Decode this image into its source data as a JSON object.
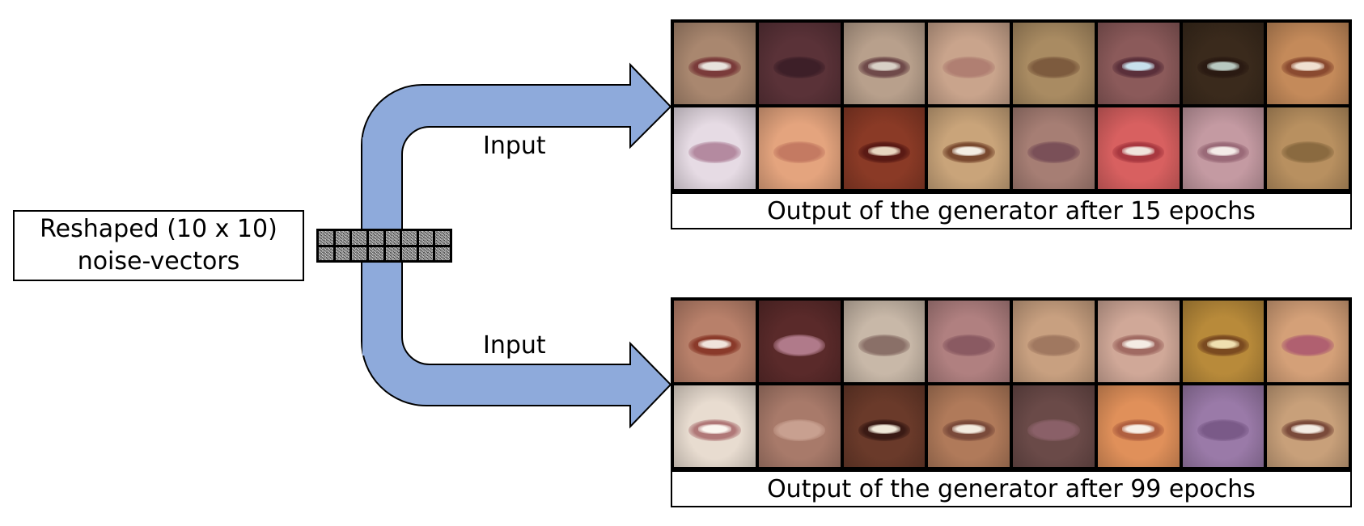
{
  "source_box": {
    "line1": "Reshaped (10 x 10)",
    "line2": "noise-vectors"
  },
  "arrows": {
    "fill_color": "#8eaadb",
    "top_label": "Input",
    "bottom_label": "Input"
  },
  "noise_strip": {
    "rows": 2,
    "cols": 8
  },
  "panels": [
    {
      "caption": "Output of the generator after 15 epochs",
      "faces": [
        {
          "skin": "#a9876f",
          "lip": "#7a3b3a",
          "teeth": "#e8e2dc"
        },
        {
          "skin": "#5a3238",
          "lip": "#3d1f28",
          "teeth": ""
        },
        {
          "skin": "#b8a08c",
          "lip": "#6f4a4a",
          "teeth": "#d8d0c6"
        },
        {
          "skin": "#c9a48c",
          "lip": "#b07f72",
          "teeth": ""
        },
        {
          "skin": "#a98b62",
          "lip": "#7d5b3e",
          "teeth": ""
        },
        {
          "skin": "#8b5a5a",
          "lip": "#5a2f3a",
          "teeth": "#c8e0ec"
        },
        {
          "skin": "#3a2a1c",
          "lip": "#2a1a12",
          "teeth": "#b8c8c0"
        },
        {
          "skin": "#c48a5a",
          "lip": "#8a4a30",
          "teeth": "#f0e0d0"
        },
        {
          "skin": "#e6dbe4",
          "lip": "#b48aa0",
          "teeth": ""
        },
        {
          "skin": "#e4a47e",
          "lip": "#c47a62",
          "teeth": ""
        },
        {
          "skin": "#8a3a26",
          "lip": "#5a1a14",
          "teeth": "#e8d6c0"
        },
        {
          "skin": "#c9a47a",
          "lip": "#7a4a30",
          "teeth": "#f4eee4"
        },
        {
          "skin": "#a67e74",
          "lip": "#7a5058",
          "teeth": ""
        },
        {
          "skin": "#d86060",
          "lip": "#a83840",
          "teeth": "#f0e4dc"
        },
        {
          "skin": "#c49aa2",
          "lip": "#9a6a78",
          "teeth": "#f4ece8"
        },
        {
          "skin": "#b89060",
          "lip": "#8a6a40",
          "teeth": ""
        }
      ]
    },
    {
      "caption": "Output of the generator after 99 epochs",
      "faces": [
        {
          "skin": "#b8806a",
          "lip": "#8a3a2a",
          "teeth": "#f0e4dc"
        },
        {
          "skin": "#5a2a2a",
          "lip": "#b07a8a",
          "teeth": ""
        },
        {
          "skin": "#c8b8a8",
          "lip": "#8a7068",
          "teeth": ""
        },
        {
          "skin": "#b08080",
          "lip": "#8a5a62",
          "teeth": ""
        },
        {
          "skin": "#c8a080",
          "lip": "#a07860",
          "teeth": ""
        },
        {
          "skin": "#d0a898",
          "lip": "#a06a62",
          "teeth": "#f4ece4"
        },
        {
          "skin": "#b88a3a",
          "lip": "#7a4a20",
          "teeth": "#f0e0b0"
        },
        {
          "skin": "#d4a078",
          "lip": "#b06070",
          "teeth": ""
        },
        {
          "skin": "#e8dcd0",
          "lip": "#b07878",
          "teeth": "#fbf6f0"
        },
        {
          "skin": "#a87a6a",
          "lip": "#c8a090",
          "teeth": ""
        },
        {
          "skin": "#6a3a2a",
          "lip": "#3a1a14",
          "teeth": "#f0e8d8"
        },
        {
          "skin": "#b07a5a",
          "lip": "#7a4a3a",
          "teeth": "#f4ece0"
        },
        {
          "skin": "#6a4a48",
          "lip": "#8a6068",
          "teeth": ""
        },
        {
          "skin": "#e0905a",
          "lip": "#b06040",
          "teeth": "#f8f0e8"
        },
        {
          "skin": "#9a7aa8",
          "lip": "#7a5a88",
          "teeth": ""
        },
        {
          "skin": "#c8a07a",
          "lip": "#7a4a3a",
          "teeth": "#f4ece4"
        }
      ]
    }
  ]
}
